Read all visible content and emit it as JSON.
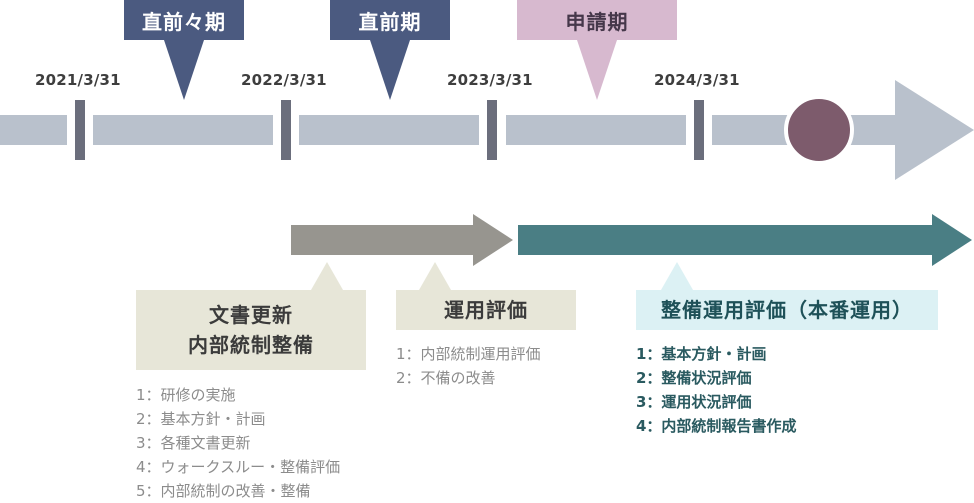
{
  "periods": [
    {
      "label": "直前々期"
    },
    {
      "label": "直前期"
    },
    {
      "label": "申請期"
    }
  ],
  "dates": [
    "2021/3/31",
    "2022/3/31",
    "2023/3/31",
    "2024/3/31"
  ],
  "phases": {
    "prep": {
      "title_line1": "文書更新",
      "title_line2": "内部統制整備",
      "items": [
        "1：研修の実施",
        "2：基本方針・計画",
        "3：各種文書更新",
        "4：ウォークスルー・整備評価",
        "5：内部統制の改善・整備"
      ]
    },
    "operation": {
      "title": "運用評価",
      "items": [
        "1：内部統制運用評価",
        "2：不備の改善"
      ]
    },
    "main": {
      "title": "整備運用評価（本番運用）",
      "items": [
        "1：基本方針・計画",
        "2：整備状況評価",
        "3：運用状況評価",
        "4：内部統制報告書作成"
      ]
    }
  },
  "colors": {
    "navy": "#4b5a80",
    "pink": "#d7b9cf",
    "timeline": "#b9c1cc",
    "tick": "#6b6e7c",
    "marker": "#7d5b6c",
    "gray_arrow": "#97958f",
    "teal_arrow": "#4a7e84",
    "beige_box": "#e7e6d8",
    "cyan_box": "#dcf1f4"
  }
}
